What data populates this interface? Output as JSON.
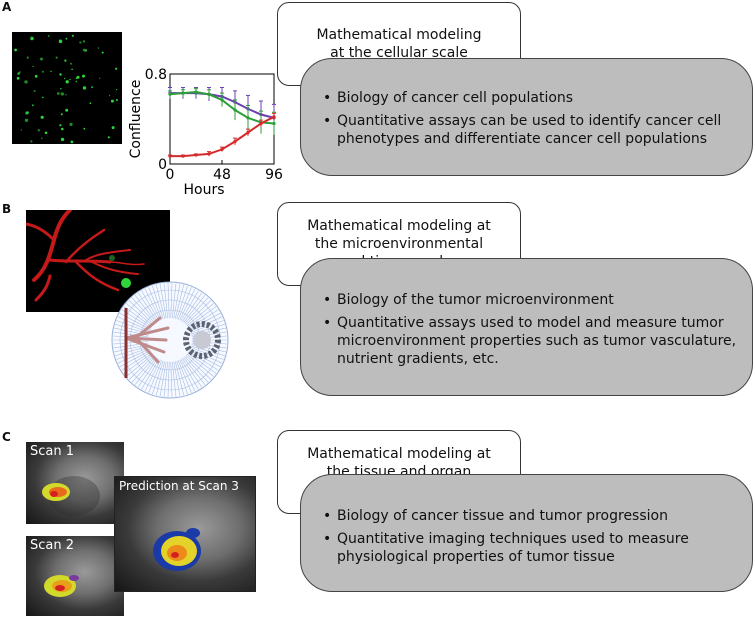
{
  "panels": {
    "A": {
      "letter": "A",
      "title": "Mathematical modeling at the cellular scale",
      "bullets": [
        "Biology of cancer cell populations",
        "Quantitative assays can be used to identify cancer cell phenotypes and differentiate cancer cell populations"
      ]
    },
    "B": {
      "letter": "B",
      "title": "Mathematical modeling at the microenvironmental and tissue scales",
      "bullets": [
        "Biology of the tumor microenvironment",
        "Quantitative assays used to model and measure tumor microenvironment properties such as tumor vasculature, nutrient gradients, etc."
      ]
    },
    "C": {
      "letter": "C",
      "title": "Mathematical modeling at the tissue and organ scales",
      "bullets": [
        "Biology of cancer tissue and tumor progression",
        "Quantitative imaging techniques used to measure physiological properties of tumor tissue"
      ],
      "scan1_label": "Scan  1",
      "scan2_label": "Scan  2",
      "prediction_label": "Prediction at Scan 3"
    }
  },
  "chart_data": {
    "type": "line",
    "xlabel": "Hours",
    "ylabel": "Confluence",
    "xlim": [
      0,
      96
    ],
    "ylim": [
      0,
      0.8
    ],
    "xticks": [
      0,
      48,
      96
    ],
    "yticks": [
      0,
      0.8
    ],
    "series": [
      {
        "color": "#6a3fb0",
        "x": [
          0,
          12,
          24,
          36,
          48,
          60,
          72,
          84,
          96
        ],
        "values": [
          0.63,
          0.63,
          0.63,
          0.62,
          0.6,
          0.55,
          0.49,
          0.44,
          0.41
        ],
        "error": [
          0.05,
          0.05,
          0.05,
          0.06,
          0.08,
          0.1,
          0.12,
          0.12,
          0.12
        ]
      },
      {
        "color": "#2e9e3a",
        "x": [
          0,
          12,
          24,
          36,
          48,
          60,
          72,
          84,
          96
        ],
        "values": [
          0.62,
          0.63,
          0.64,
          0.62,
          0.57,
          0.48,
          0.41,
          0.37,
          0.36
        ],
        "error": [
          0.03,
          0.03,
          0.03,
          0.04,
          0.06,
          0.09,
          0.11,
          0.1,
          0.1
        ]
      },
      {
        "color": "#d42a2a",
        "x": [
          0,
          12,
          24,
          36,
          48,
          60,
          72,
          84,
          96
        ],
        "values": [
          0.07,
          0.07,
          0.08,
          0.09,
          0.13,
          0.2,
          0.28,
          0.36,
          0.42
        ],
        "error": [
          0.01,
          0.01,
          0.01,
          0.02,
          0.02,
          0.03,
          0.03,
          0.03,
          0.03
        ]
      }
    ]
  }
}
